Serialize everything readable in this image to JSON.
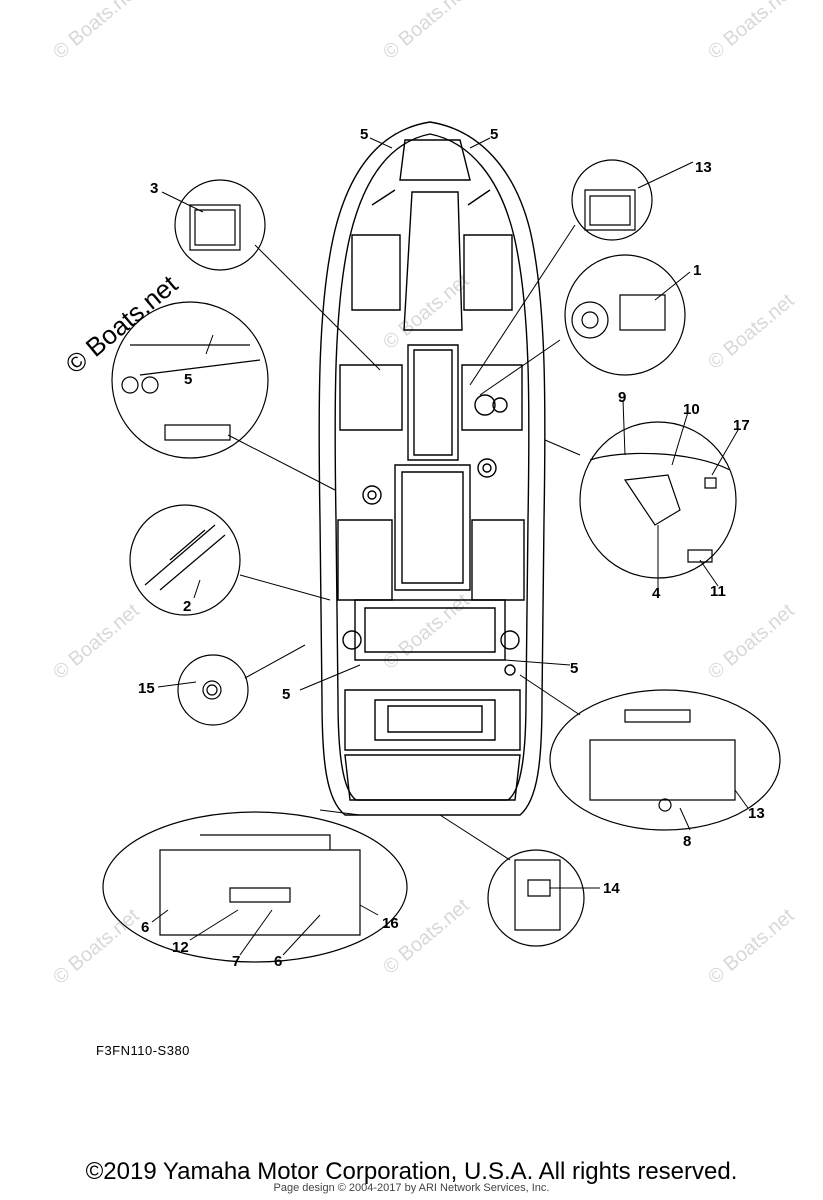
{
  "watermark": "© Boats.net",
  "callouts": {
    "c1": "1",
    "c2": "2",
    "c3": "3",
    "c4": "4",
    "c5a": "5",
    "c5b": "5",
    "c5c": "5",
    "c5d": "5",
    "c5e": "5",
    "c6a": "6",
    "c6b": "6",
    "c7": "7",
    "c8": "8",
    "c9": "9",
    "c10": "10",
    "c11": "11",
    "c12": "12",
    "c13a": "13",
    "c13b": "13",
    "c14": "14",
    "c15": "15",
    "c16": "16",
    "c17": "17"
  },
  "diagram_code": "F3FN110-S380",
  "copyright": "©2019 Yamaha Motor Corporation, U.S.A. All rights reserved.",
  "page_credit": "Page design © 2004-2017 by ARI Network Services, Inc."
}
